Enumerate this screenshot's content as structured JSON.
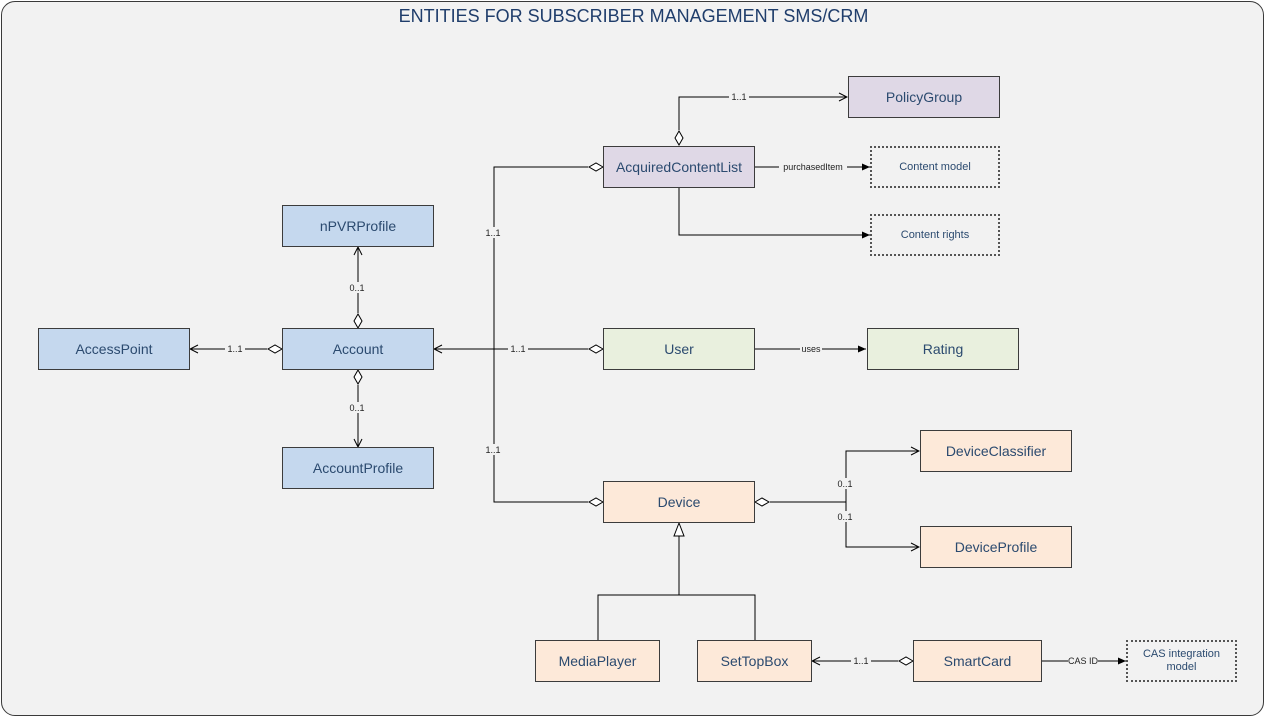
{
  "title": "ENTITIES FOR SUBSCRIBER MANAGEMENT SMS/CRM",
  "colors": {
    "blue": "#c5d8ee",
    "purple": "#dfd8e6",
    "green": "#e9f0de",
    "orange": "#fde9d9",
    "text": "#2b4a6f",
    "title": "#1f3d6b"
  },
  "nodes": {
    "policy_group": "PolicyGroup",
    "acquired_content_list": "AcquiredContentList",
    "content_model": "Content model",
    "content_rights": "Content rights",
    "npvr_profile": "nPVRProfile",
    "access_point": "AccessPoint",
    "account": "Account",
    "account_profile": "AccountProfile",
    "user": "User",
    "rating": "Rating",
    "device_classifier": "DeviceClassifier",
    "device": "Device",
    "device_profile": "DeviceProfile",
    "media_player": "MediaPlayer",
    "set_top_box": "SetTopBox",
    "smart_card": "SmartCard",
    "cas_integration_model": "CAS integration model"
  },
  "edge_labels": {
    "acl_policy": "1..1",
    "acl_content": "purchasedItem",
    "account_acl": "1..1",
    "account_npvr": "0..1",
    "account_accesspoint": "1..1",
    "account_profile": "0..1",
    "user_account": "1..1",
    "user_rating": "uses",
    "account_device": "1..1",
    "device_classifier": "0..1",
    "device_profile": "0..1",
    "smartcard_settopbox": "1..1",
    "smartcard_cas": "CAS ID"
  }
}
